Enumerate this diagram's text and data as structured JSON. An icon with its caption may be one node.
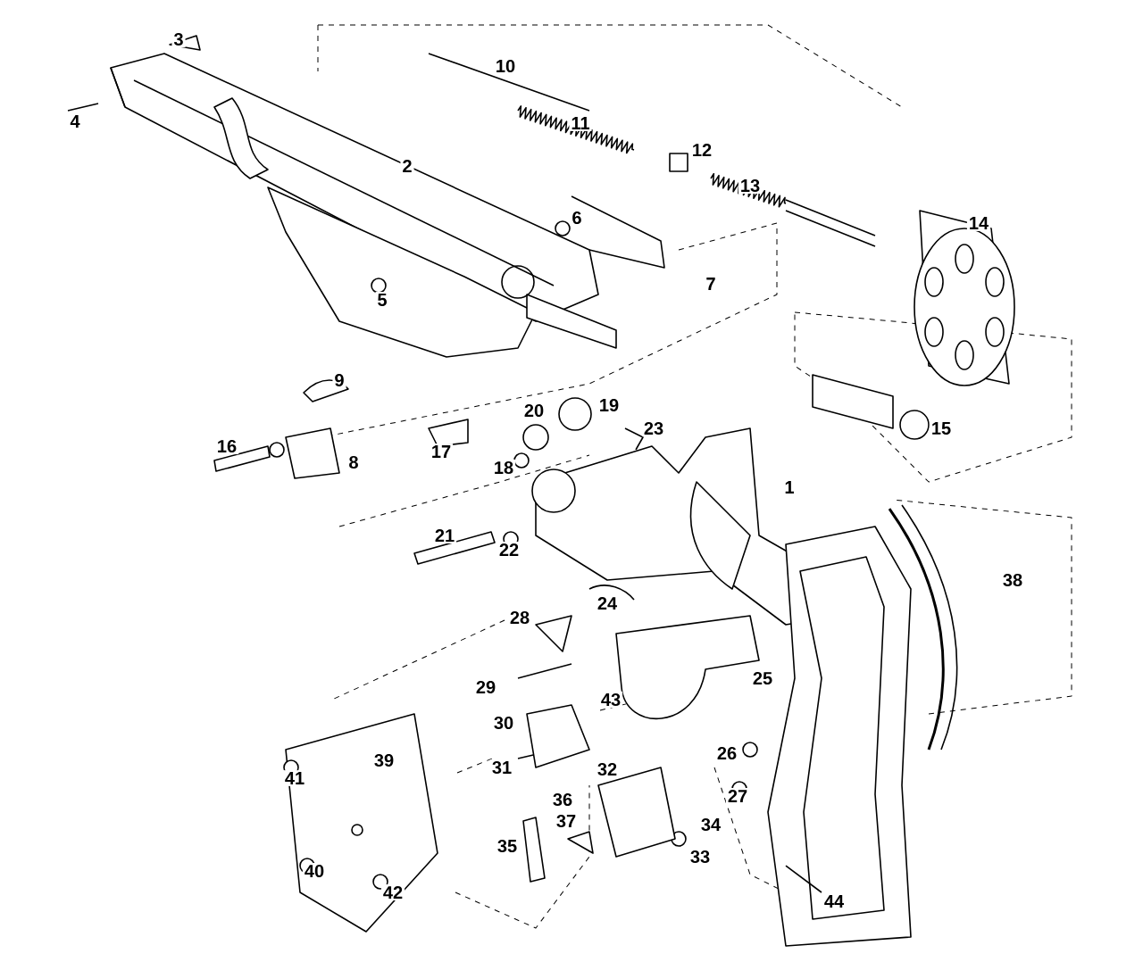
{
  "diagram": {
    "labels": [
      "3",
      "4",
      "10",
      "11",
      "2",
      "12",
      "13",
      "6",
      "14",
      "5",
      "7",
      "9",
      "20",
      "19",
      "23",
      "15",
      "16",
      "8",
      "17",
      "18",
      "1",
      "21",
      "22",
      "38",
      "24",
      "28",
      "25",
      "43",
      "29",
      "30",
      "39",
      "31",
      "32",
      "41",
      "26",
      "36",
      "27",
      "37",
      "34",
      "35",
      "33",
      "40",
      "42",
      "44"
    ]
  }
}
